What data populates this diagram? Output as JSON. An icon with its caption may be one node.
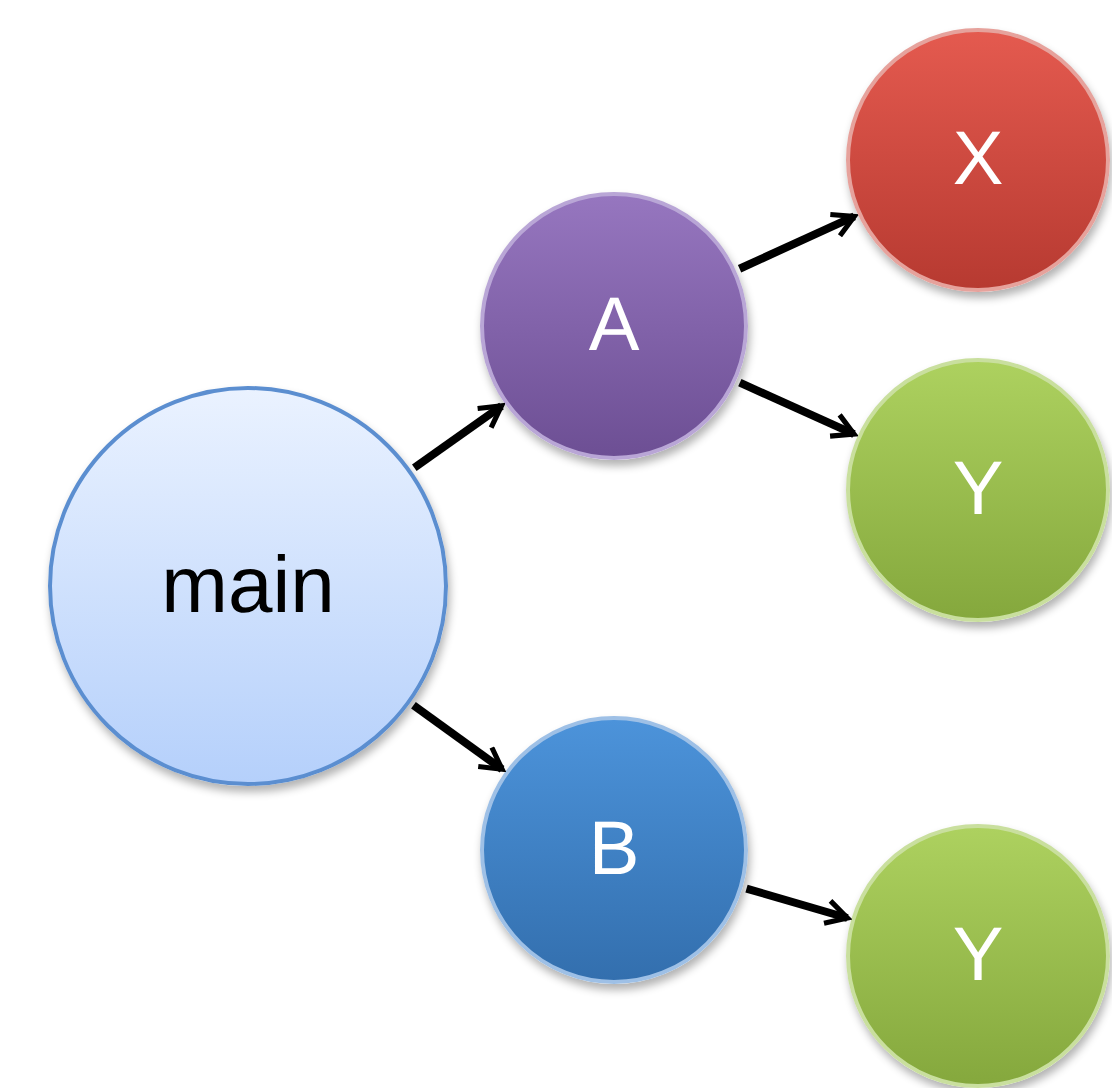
{
  "diagram": {
    "nodes": [
      {
        "text": [
          "main"
        ]
      },
      {
        "text": [
          "A"
        ]
      },
      {
        "text": [
          "B"
        ]
      },
      {
        "text": [
          "X"
        ]
      },
      {
        "text": [
          "Y"
        ]
      },
      {
        "text": [
          "Y"
        ]
      }
    ],
    "edges": [
      {
        "from": 0,
        "to": 1,
        "arrow": "to"
      },
      {
        "from": 0,
        "to": 2,
        "arrow": "to"
      },
      {
        "from": 1,
        "to": 3,
        "arrow": "to"
      },
      {
        "from": 1,
        "to": 4,
        "arrow": "to"
      },
      {
        "from": 2,
        "to": 5,
        "arrow": "to"
      }
    ]
  }
}
